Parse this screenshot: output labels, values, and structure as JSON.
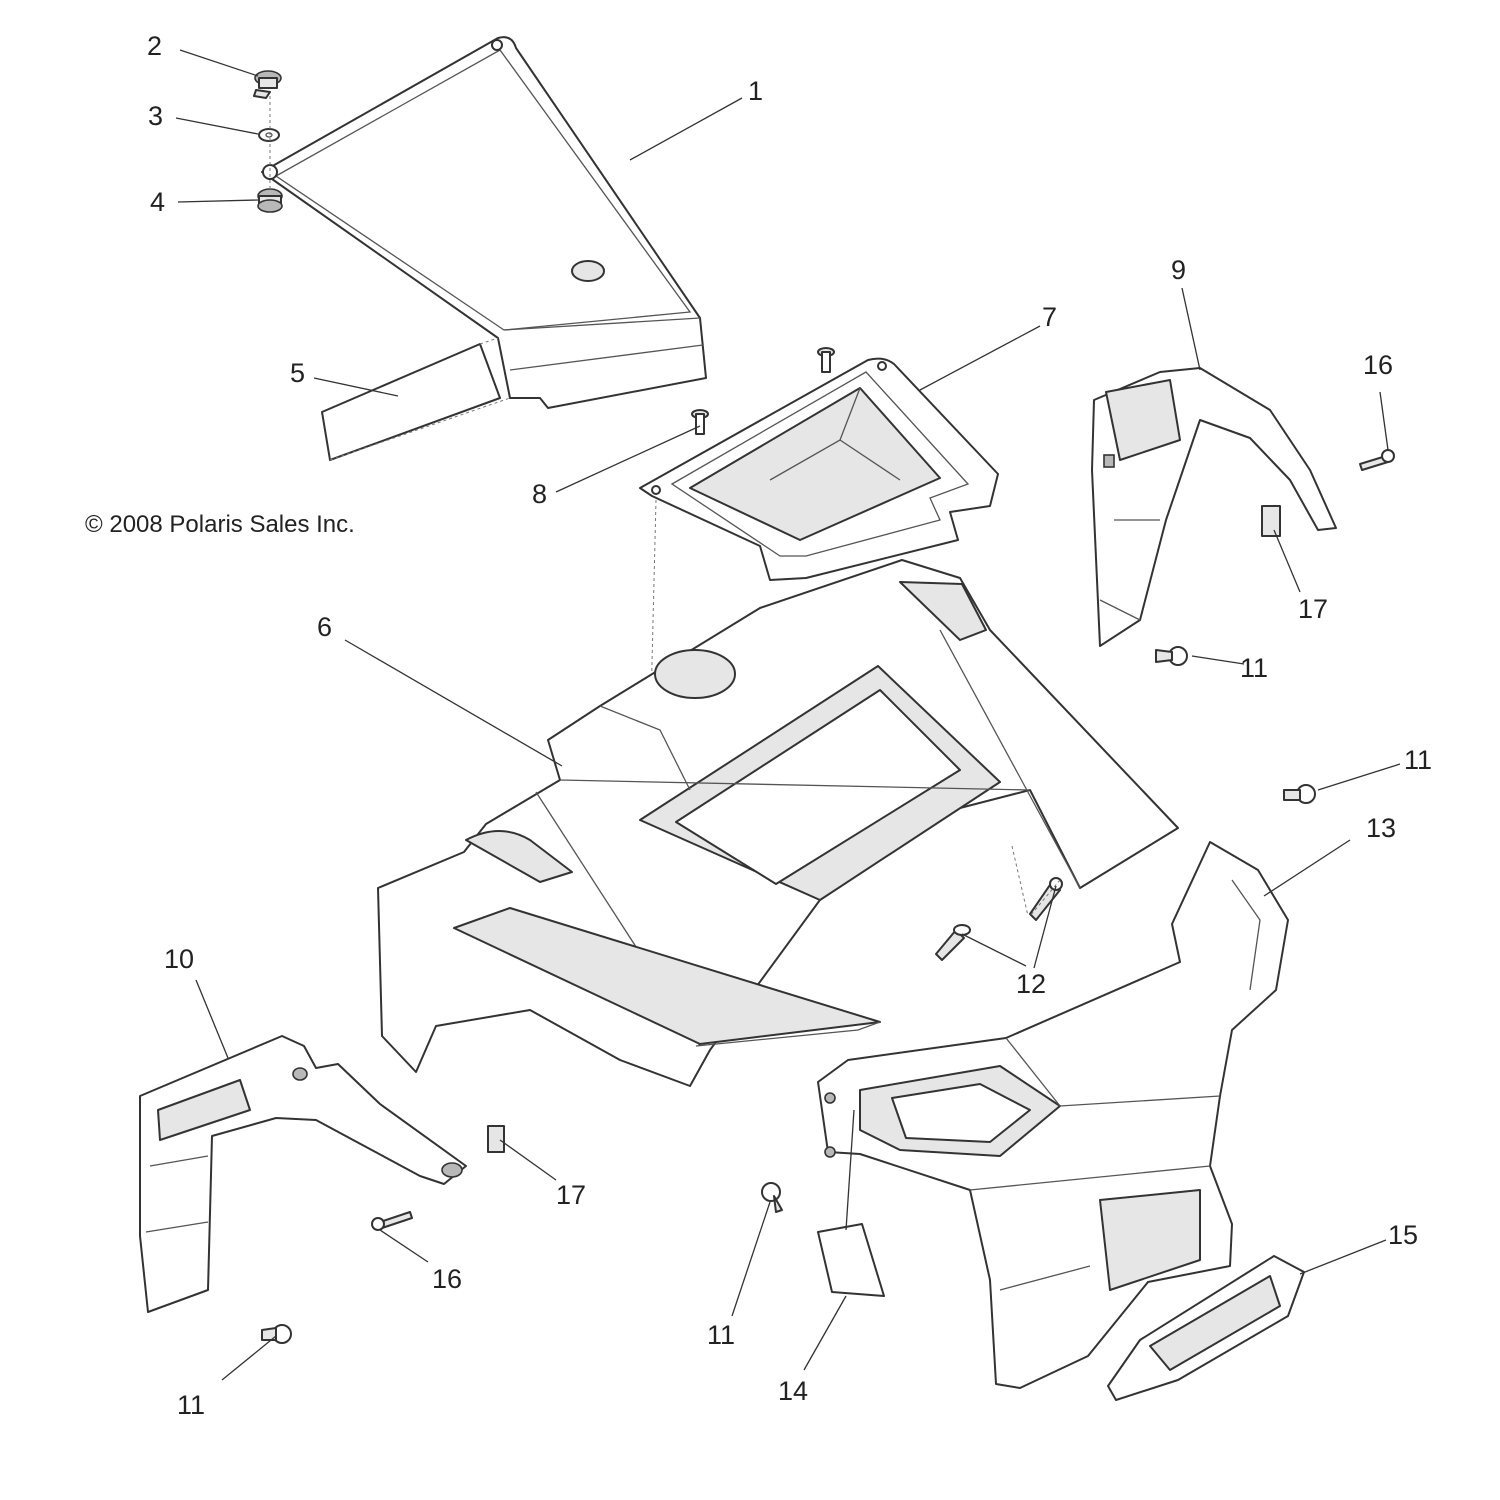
{
  "copyright": "© 2008 Polaris Sales Inc.",
  "callouts": [
    {
      "id": "c1",
      "label": "1"
    },
    {
      "id": "c2",
      "label": "2"
    },
    {
      "id": "c3",
      "label": "3"
    },
    {
      "id": "c4",
      "label": "4"
    },
    {
      "id": "c5",
      "label": "5"
    },
    {
      "id": "c6",
      "label": "6"
    },
    {
      "id": "c7",
      "label": "7"
    },
    {
      "id": "c8",
      "label": "8"
    },
    {
      "id": "c9",
      "label": "9"
    },
    {
      "id": "c10",
      "label": "10"
    },
    {
      "id": "c11a",
      "label": "11"
    },
    {
      "id": "c11b",
      "label": "11"
    },
    {
      "id": "c11c",
      "label": "11"
    },
    {
      "id": "c11d",
      "label": "11"
    },
    {
      "id": "c12",
      "label": "12"
    },
    {
      "id": "c13",
      "label": "13"
    },
    {
      "id": "c14",
      "label": "14"
    },
    {
      "id": "c15",
      "label": "15"
    },
    {
      "id": "c16a",
      "label": "16"
    },
    {
      "id": "c16b",
      "label": "16"
    },
    {
      "id": "c17a",
      "label": "17"
    },
    {
      "id": "c17b",
      "label": "17"
    }
  ]
}
